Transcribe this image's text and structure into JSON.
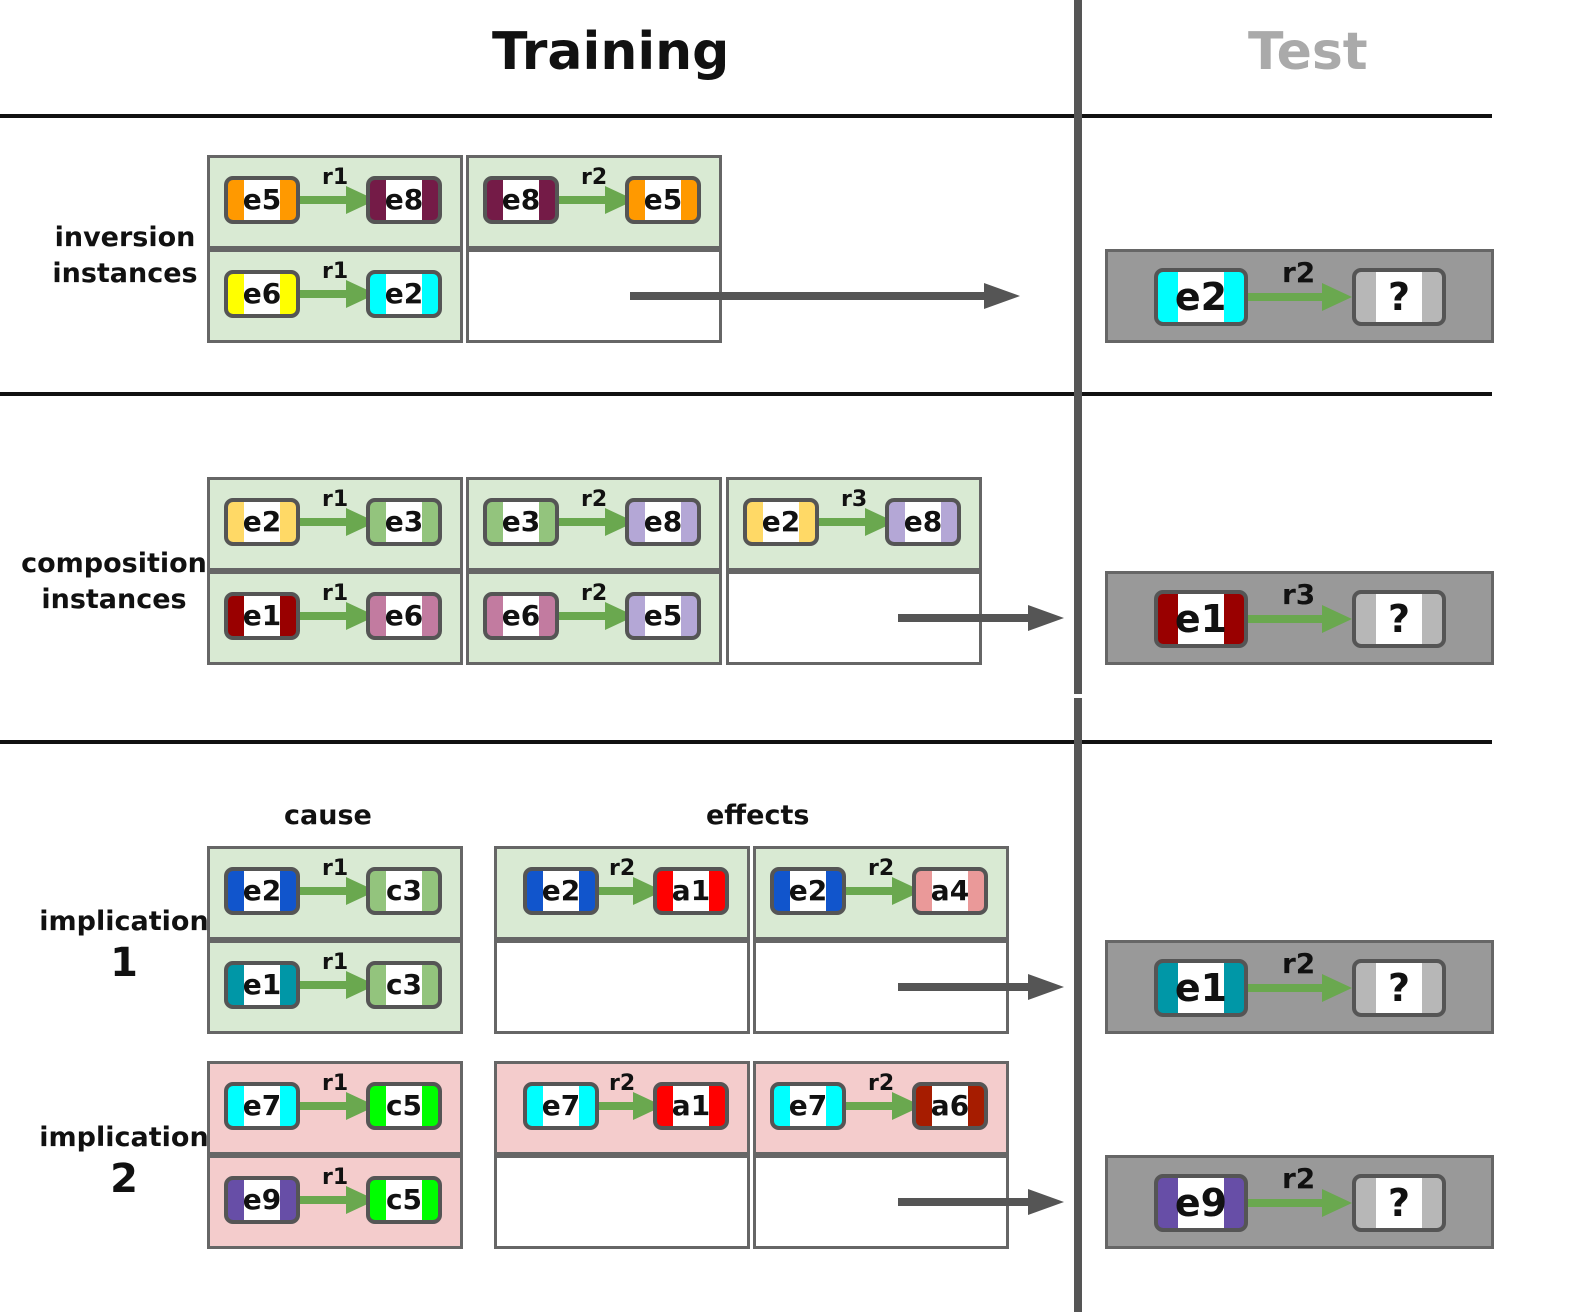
{
  "headers": {
    "training": "Training",
    "test": "Test"
  },
  "colors": {
    "orange": "#ff9900",
    "maroon": "#741b47",
    "yellow": "#ffff00",
    "cyan": "#00ffff",
    "light_yellow": "#ffd966",
    "light_green": "#93c47d",
    "light_purple": "#b4a7d6",
    "dark_red": "#990000",
    "mauve": "#c27ba0",
    "blue": "#1155cc",
    "teal": "#0097a7",
    "red": "#ff0000",
    "salmon": "#ea9999",
    "bright_green": "#00ff00",
    "brown_red": "#a61c00",
    "purple": "#674ea7",
    "unknown_gray": "#b7b7b7",
    "cell_green": "#d9ead3",
    "cell_pink": "#f4cccc",
    "test_gray": "#999999",
    "arrow_green": "#6aa84f",
    "arrow_dark": "#555555"
  },
  "sections": {
    "inversion": {
      "label_line1": "inversion",
      "label_line2": "instances",
      "facts": [
        {
          "src": "e5",
          "rel": "r1",
          "dst": "e8"
        },
        {
          "src": "e8",
          "rel": "r2",
          "dst": "e5"
        },
        {
          "src": "e6",
          "rel": "r1",
          "dst": "e2"
        }
      ],
      "test": {
        "src": "e2",
        "rel": "r2",
        "dst": "?"
      }
    },
    "composition": {
      "label_line1": "composition",
      "label_line2": "instances",
      "facts": [
        {
          "src": "e2",
          "rel": "r1",
          "dst": "e3"
        },
        {
          "src": "e3",
          "rel": "r2",
          "dst": "e8"
        },
        {
          "src": "e2",
          "rel": "r3",
          "dst": "e8"
        },
        {
          "src": "e1",
          "rel": "r1",
          "dst": "e6"
        },
        {
          "src": "e6",
          "rel": "r2",
          "dst": "e5"
        }
      ],
      "test": {
        "src": "e1",
        "rel": "r3",
        "dst": "?"
      }
    },
    "implication": {
      "cause_label": "cause",
      "effects_label": "effects",
      "group1": {
        "label": "implication",
        "number": "1",
        "facts": [
          {
            "src": "e2",
            "rel": "r1",
            "dst": "c3"
          },
          {
            "src": "e2",
            "rel": "r2",
            "dst": "a1"
          },
          {
            "src": "e2",
            "rel": "r2",
            "dst": "a4"
          },
          {
            "src": "e1",
            "rel": "r1",
            "dst": "c3"
          }
        ],
        "test": {
          "src": "e1",
          "rel": "r2",
          "dst": "?"
        }
      },
      "group2": {
        "label": "implication",
        "number": "2",
        "facts": [
          {
            "src": "e7",
            "rel": "r1",
            "dst": "c5"
          },
          {
            "src": "e7",
            "rel": "r2",
            "dst": "a1"
          },
          {
            "src": "e7",
            "rel": "r2",
            "dst": "a6"
          },
          {
            "src": "e9",
            "rel": "r1",
            "dst": "c5"
          }
        ],
        "test": {
          "src": "e9",
          "rel": "r2",
          "dst": "?"
        }
      }
    }
  }
}
